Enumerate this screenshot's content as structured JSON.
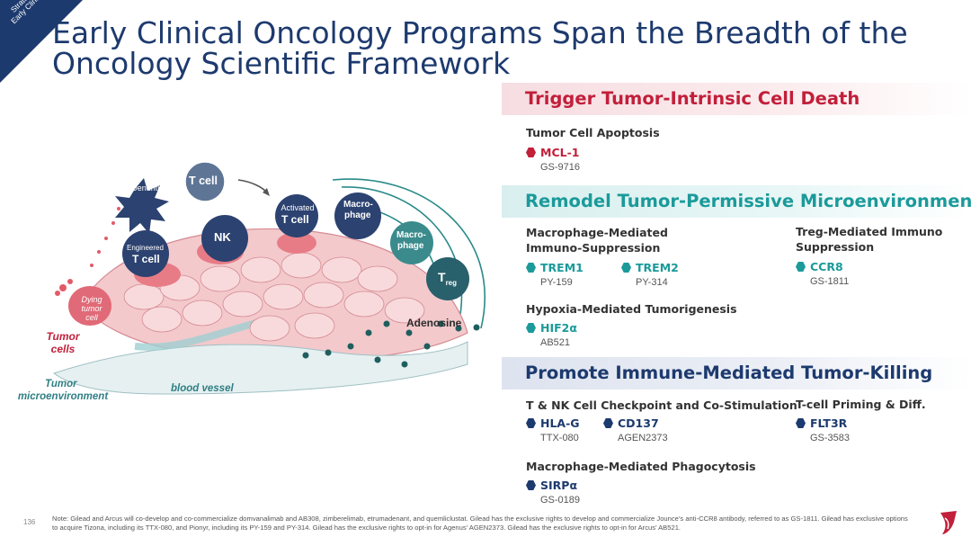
{
  "corner": {
    "line1": "Strategy",
    "line2": "Early Clinical"
  },
  "title": "Early Clinical Oncology Programs Span the Breadth of the Oncology Scientific Framework",
  "illustration": {
    "dendritic_cell": "Dendritic Cell",
    "t_cell": "T cell",
    "activated_t_cell_1": "Activated",
    "activated_t_cell_2": "T cell",
    "macrophage_1a": "Macro-",
    "macrophage_1b": "phage",
    "macrophage_2a": "Macro-",
    "macrophage_2b": "phage",
    "nk": "NK",
    "engineered_1": "Engineered",
    "engineered_2": "T cell",
    "treg_main": "T",
    "treg_sub": "reg",
    "dying_1": "Dying",
    "dying_2": "tumor",
    "dying_3": "cell",
    "adenosine": "Adenosine",
    "tumor_cells_1": "Tumor",
    "tumor_cells_2": "cells",
    "tumor_micro_1": "Tumor",
    "tumor_micro_2": "microenvironment",
    "blood_vessel": "blood vessel"
  },
  "sections": {
    "trigger": {
      "title": "Trigger Tumor-Intrinsic Cell Death",
      "sub1": "Tumor Cell Apoptosis",
      "items": [
        {
          "name": "MCL-1",
          "code": "GS-9716"
        }
      ]
    },
    "remodel": {
      "title": "Remodel Tumor-Permissive Microenvironment",
      "sub1a": "Macrophage-Mediated",
      "sub1b": "Immuno-Suppression",
      "sub2a": "Treg-Mediated Immuno",
      "sub2b": "Suppression",
      "sub3": "Hypoxia-Mediated Tumorigenesis",
      "items": [
        {
          "name": "TREM1",
          "code": "PY-159"
        },
        {
          "name": "TREM2",
          "code": "PY-314"
        },
        {
          "name": "CCR8",
          "code": "GS-1811"
        },
        {
          "name": "HIF2α",
          "code": "AB521"
        }
      ]
    },
    "promote": {
      "title": "Promote Immune-Mediated Tumor-Killing",
      "sub1": "T & NK Cell Checkpoint and Co-Stimulation",
      "sub2": "T-cell Priming & Diff.",
      "sub3": "Macrophage-Mediated Phagocytosis",
      "items": [
        {
          "name": "HLA-G",
          "code": "TTX-080"
        },
        {
          "name": "CD137",
          "code": "AGEN2373"
        },
        {
          "name": "FLT3R",
          "code": "GS-3583"
        },
        {
          "name": "SIRPα",
          "code": "GS-0189"
        }
      ]
    }
  },
  "footer": {
    "page_number": "136",
    "note": "Note: Gilead and Arcus will co-develop and co-commercialize domvanalimab and AB308, zimberelimab, etrumadenant, and quemliclustat. Gilead has the exclusive rights to develop and commercialize Jounce’s anti-CCR8 antibody, referred to as GS-1811. Gilead has exclusive options to acquire Tizona, including its TTX-080, and Pionyr, including its PY-159 and PY-314. Gilead has the exclusive rights to opt-in for Agenus’ AGEN2373. Gilead has the exclusive rights to opt-in for Arcus’ AB521."
  },
  "colors": {
    "navy": "#1d3a6e",
    "red": "#c21f3a",
    "teal": "#1b9a9a"
  }
}
